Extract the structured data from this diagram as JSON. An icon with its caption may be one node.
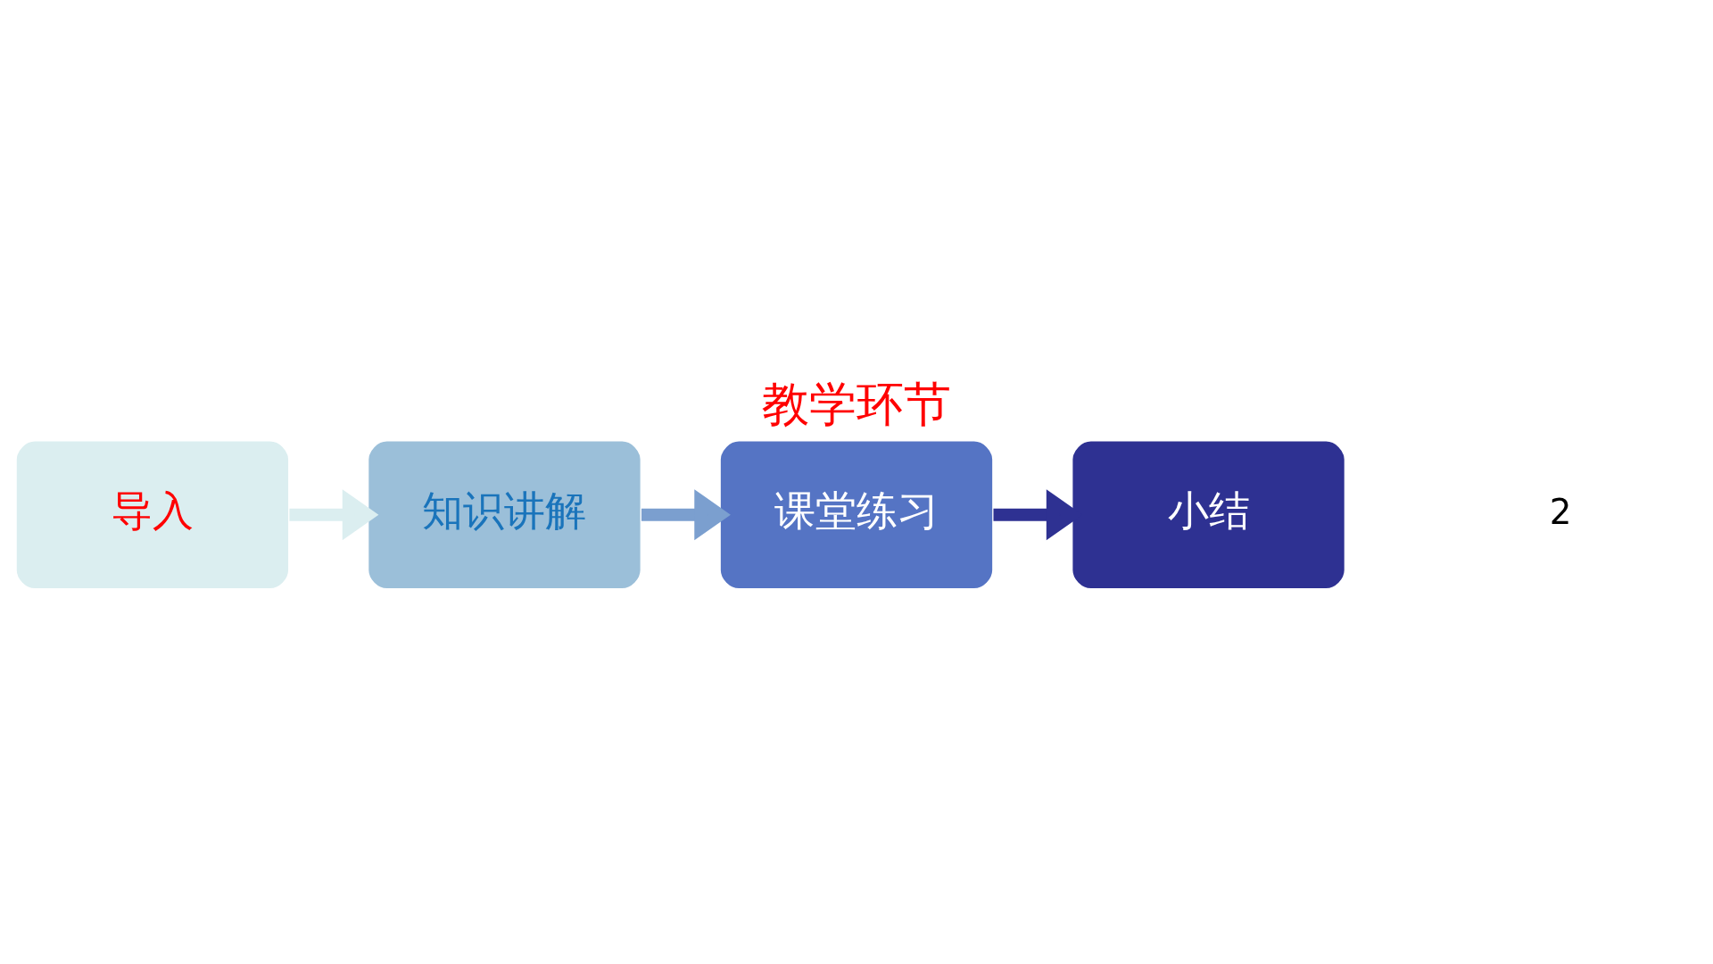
{
  "diagram": {
    "title": "教学环节",
    "nodes": [
      {
        "text": [
          "导入"
        ]
      },
      {
        "text": [
          "知识讲解"
        ]
      },
      {
        "text": [
          "课堂练习"
        ]
      },
      {
        "text": [
          "小结"
        ]
      }
    ],
    "edges": [
      {
        "from": 0,
        "to": 1,
        "arrow": "to",
        "color": "#dbeef0"
      },
      {
        "from": 1,
        "to": 2,
        "arrow": "to",
        "color": "#7b9fcf"
      },
      {
        "from": 2,
        "to": 3,
        "arrow": "to",
        "color": "#2e3192"
      }
    ],
    "labels": [
      "2"
    ]
  }
}
